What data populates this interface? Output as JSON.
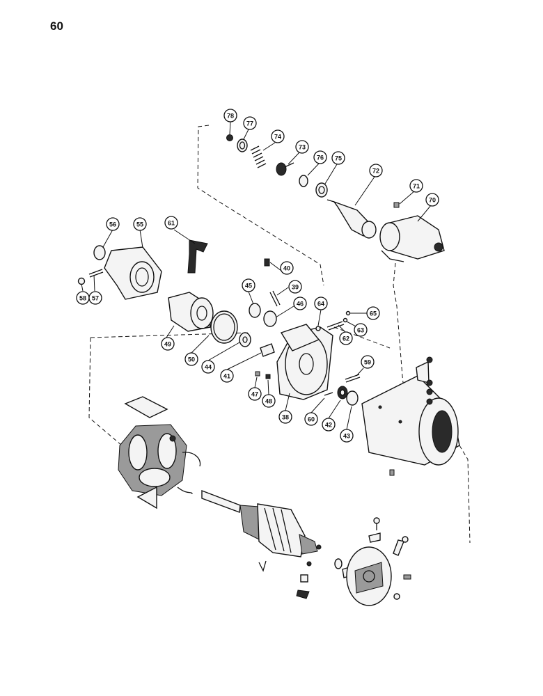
{
  "page": {
    "number": "60"
  },
  "callouts": {
    "c78": "78",
    "c77": "77",
    "c74": "74",
    "c73": "73",
    "c76": "76",
    "c75": "75",
    "c72": "72",
    "c71": "71",
    "c70": "70",
    "c56": "56",
    "c55": "55",
    "c61": "61",
    "c58": "58",
    "c57": "57",
    "c40": "40",
    "c45": "45",
    "c39": "39",
    "c46": "46",
    "c64": "64",
    "c65": "65",
    "c63": "63",
    "c62": "62",
    "c49": "49",
    "c50": "50",
    "c44": "44",
    "c41": "41",
    "c59": "59",
    "c47": "47",
    "c48": "48",
    "c38": "38",
    "c60": "60",
    "c42": "42",
    "c43": "43"
  },
  "colors": {
    "ink": "#111111",
    "paper": "#ffffff"
  }
}
